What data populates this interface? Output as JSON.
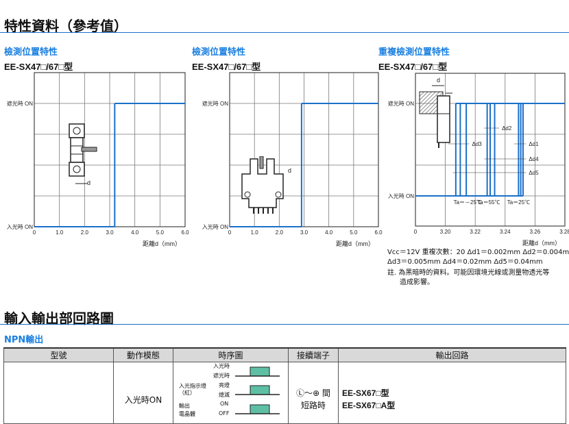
{
  "header": {
    "title": "特性資料（參考值）"
  },
  "charts_section": [
    {
      "title": "檢測位置特性",
      "model": "EE-SX47□/67□型"
    },
    {
      "title": "檢測位置特性",
      "model": "EE-SX47□/67□型"
    },
    {
      "title": "重複檢測位置特性",
      "model": "EE-SX47□/67□型"
    }
  ],
  "chart_data": [
    {
      "type": "line",
      "title": "檢測位置特性",
      "xlabel": "距離d（mm）",
      "ylabel_on": "遮光時 ON",
      "ylabel_off": "入光時 ON",
      "xlim": [
        0,
        6
      ],
      "xticks": [
        "0",
        "1.0",
        "2.0",
        "3.0",
        "4.0",
        "5.0",
        "6.0"
      ],
      "transitions": [
        3.2
      ],
      "grid": true,
      "diagram_label": "d"
    },
    {
      "type": "line",
      "title": "檢測位置特性",
      "xlabel": "距離d（mm）",
      "ylabel_on": "遮光時 ON",
      "ylabel_off": "入光時 ON",
      "xlim": [
        0,
        6
      ],
      "xticks": [
        "0",
        "1.0",
        "2.0",
        "3.0",
        "4.0",
        "5.0",
        "6.0"
      ],
      "transitions": [
        2.9
      ],
      "grid": true,
      "diagram_label": "d"
    },
    {
      "type": "line",
      "title": "重複檢測位置特性",
      "xlabel": "距離d（mm）",
      "ylabel_on": "遮光時 ON",
      "ylabel_off": "入光時 ON",
      "xlim": [
        3.18,
        3.28
      ],
      "xticks": [
        "0",
        "3.20",
        "3.22",
        "3.24",
        "3.26",
        "3.28"
      ],
      "transitions": [
        3.207,
        3.21,
        3.214,
        3.228,
        3.23,
        3.233,
        3.249,
        3.2505,
        3.252
      ],
      "grid": true,
      "diagram_label": "d",
      "annotations": [
        "Δd2",
        "Δd3",
        "Δd1",
        "Δd4",
        "Δd5"
      ],
      "series_labels": [
        "Ta＝－25℃",
        "Ta＝55℃",
        "Ta＝25℃"
      ]
    }
  ],
  "notes": {
    "line1": "Vcc＝12V  重複次數：20  Δd1＝0.002mm  Δd2＝0.004mm",
    "line2": "Δd3＝0.005mm    Δd4＝0.02mm    Δd5＝0.04mm",
    "line3": "註. 為黑暗時的資料。可能因環境光線或測量物透光等",
    "line4": "造成影響。"
  },
  "io": {
    "title": "輸入輸出部回路圖",
    "npn": "NPN輸出",
    "headers": [
      "型號",
      "動作模態",
      "時序圖",
      "接續端子",
      "輸出回路"
    ],
    "row": {
      "mode": "入光時ON",
      "timing": {
        "r1a": "入光時",
        "r1b": "遮光時",
        "lbl2a": "入光指示燈",
        "lbl2b": "（紅）",
        "r2a": "亮燈",
        "r2b": "熄滅",
        "lbl3a": "輸出",
        "lbl3b": "電晶體",
        "r3a": "ON",
        "r3b": "OFF"
      },
      "terminal1": "Ⓛ～⊕ 間",
      "terminal2": "短路時",
      "out1": "EE-SX67□型",
      "out2": "EE-SX67□A型"
    }
  }
}
